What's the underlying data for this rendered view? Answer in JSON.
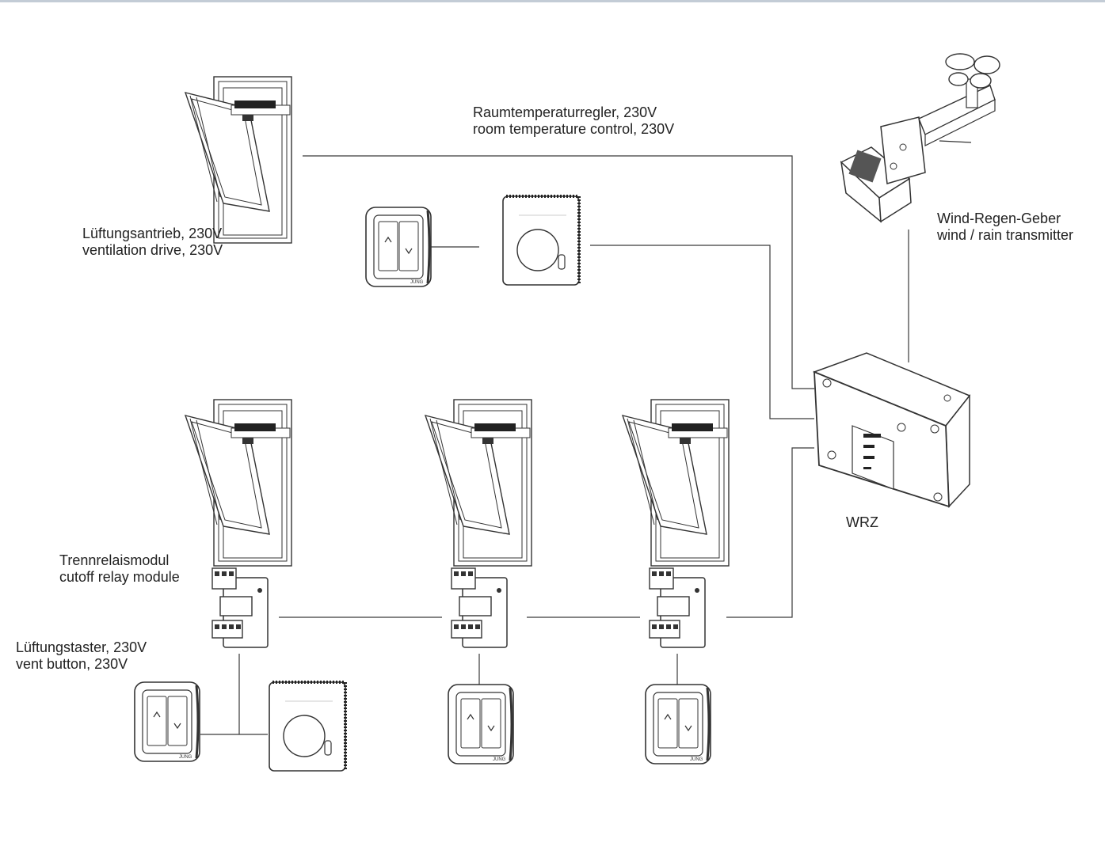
{
  "labels": {
    "room_temp": {
      "line1": "Raumtemperaturregler, 230V",
      "line2": "room temperature control, 230V"
    },
    "wind_rain": {
      "line1": "Wind-Regen-Geber",
      "line2": "wind / rain transmitter"
    },
    "ventilation_drive": {
      "line1": "Lüftungsantrieb, 230V",
      "line2": "ventilation drive, 230V"
    },
    "wrz": {
      "line1": "WRZ"
    },
    "relay": {
      "line1": "Trennrelaismodul",
      "line2": "cutoff relay module"
    },
    "vent_button": {
      "line1": "Lüftungstaster, 230V",
      "line2": "vent button, 230V"
    }
  },
  "colors": {
    "line": "#3a3a3a",
    "rule": "#c3ccd6",
    "text": "#222222"
  }
}
